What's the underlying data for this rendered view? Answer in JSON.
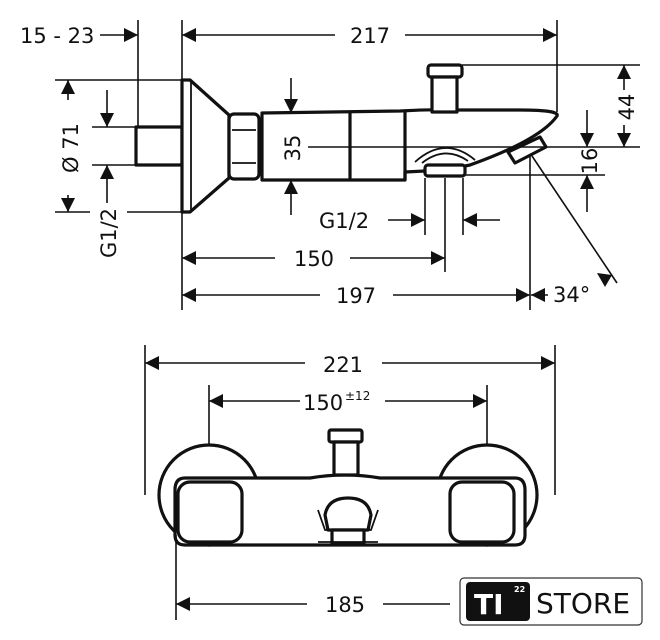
{
  "side_view": {
    "wall_depth": "15 - 23",
    "overall_length": "217",
    "flange_diameter": "Ø 71",
    "inlet_thread": "G1/2",
    "body_height": "35",
    "knob_height": "44",
    "outlet_drop": "16",
    "outlet_thread": "G1/2",
    "outlet_distance": "150",
    "spout_length": "197",
    "spout_angle": "34°"
  },
  "front_view": {
    "overall_width": "221",
    "centre_distance": "150",
    "centre_tolerance": "±12",
    "body_width": "185"
  },
  "logo": {
    "mark": "TI",
    "superscript": "22",
    "word": "STORE"
  }
}
